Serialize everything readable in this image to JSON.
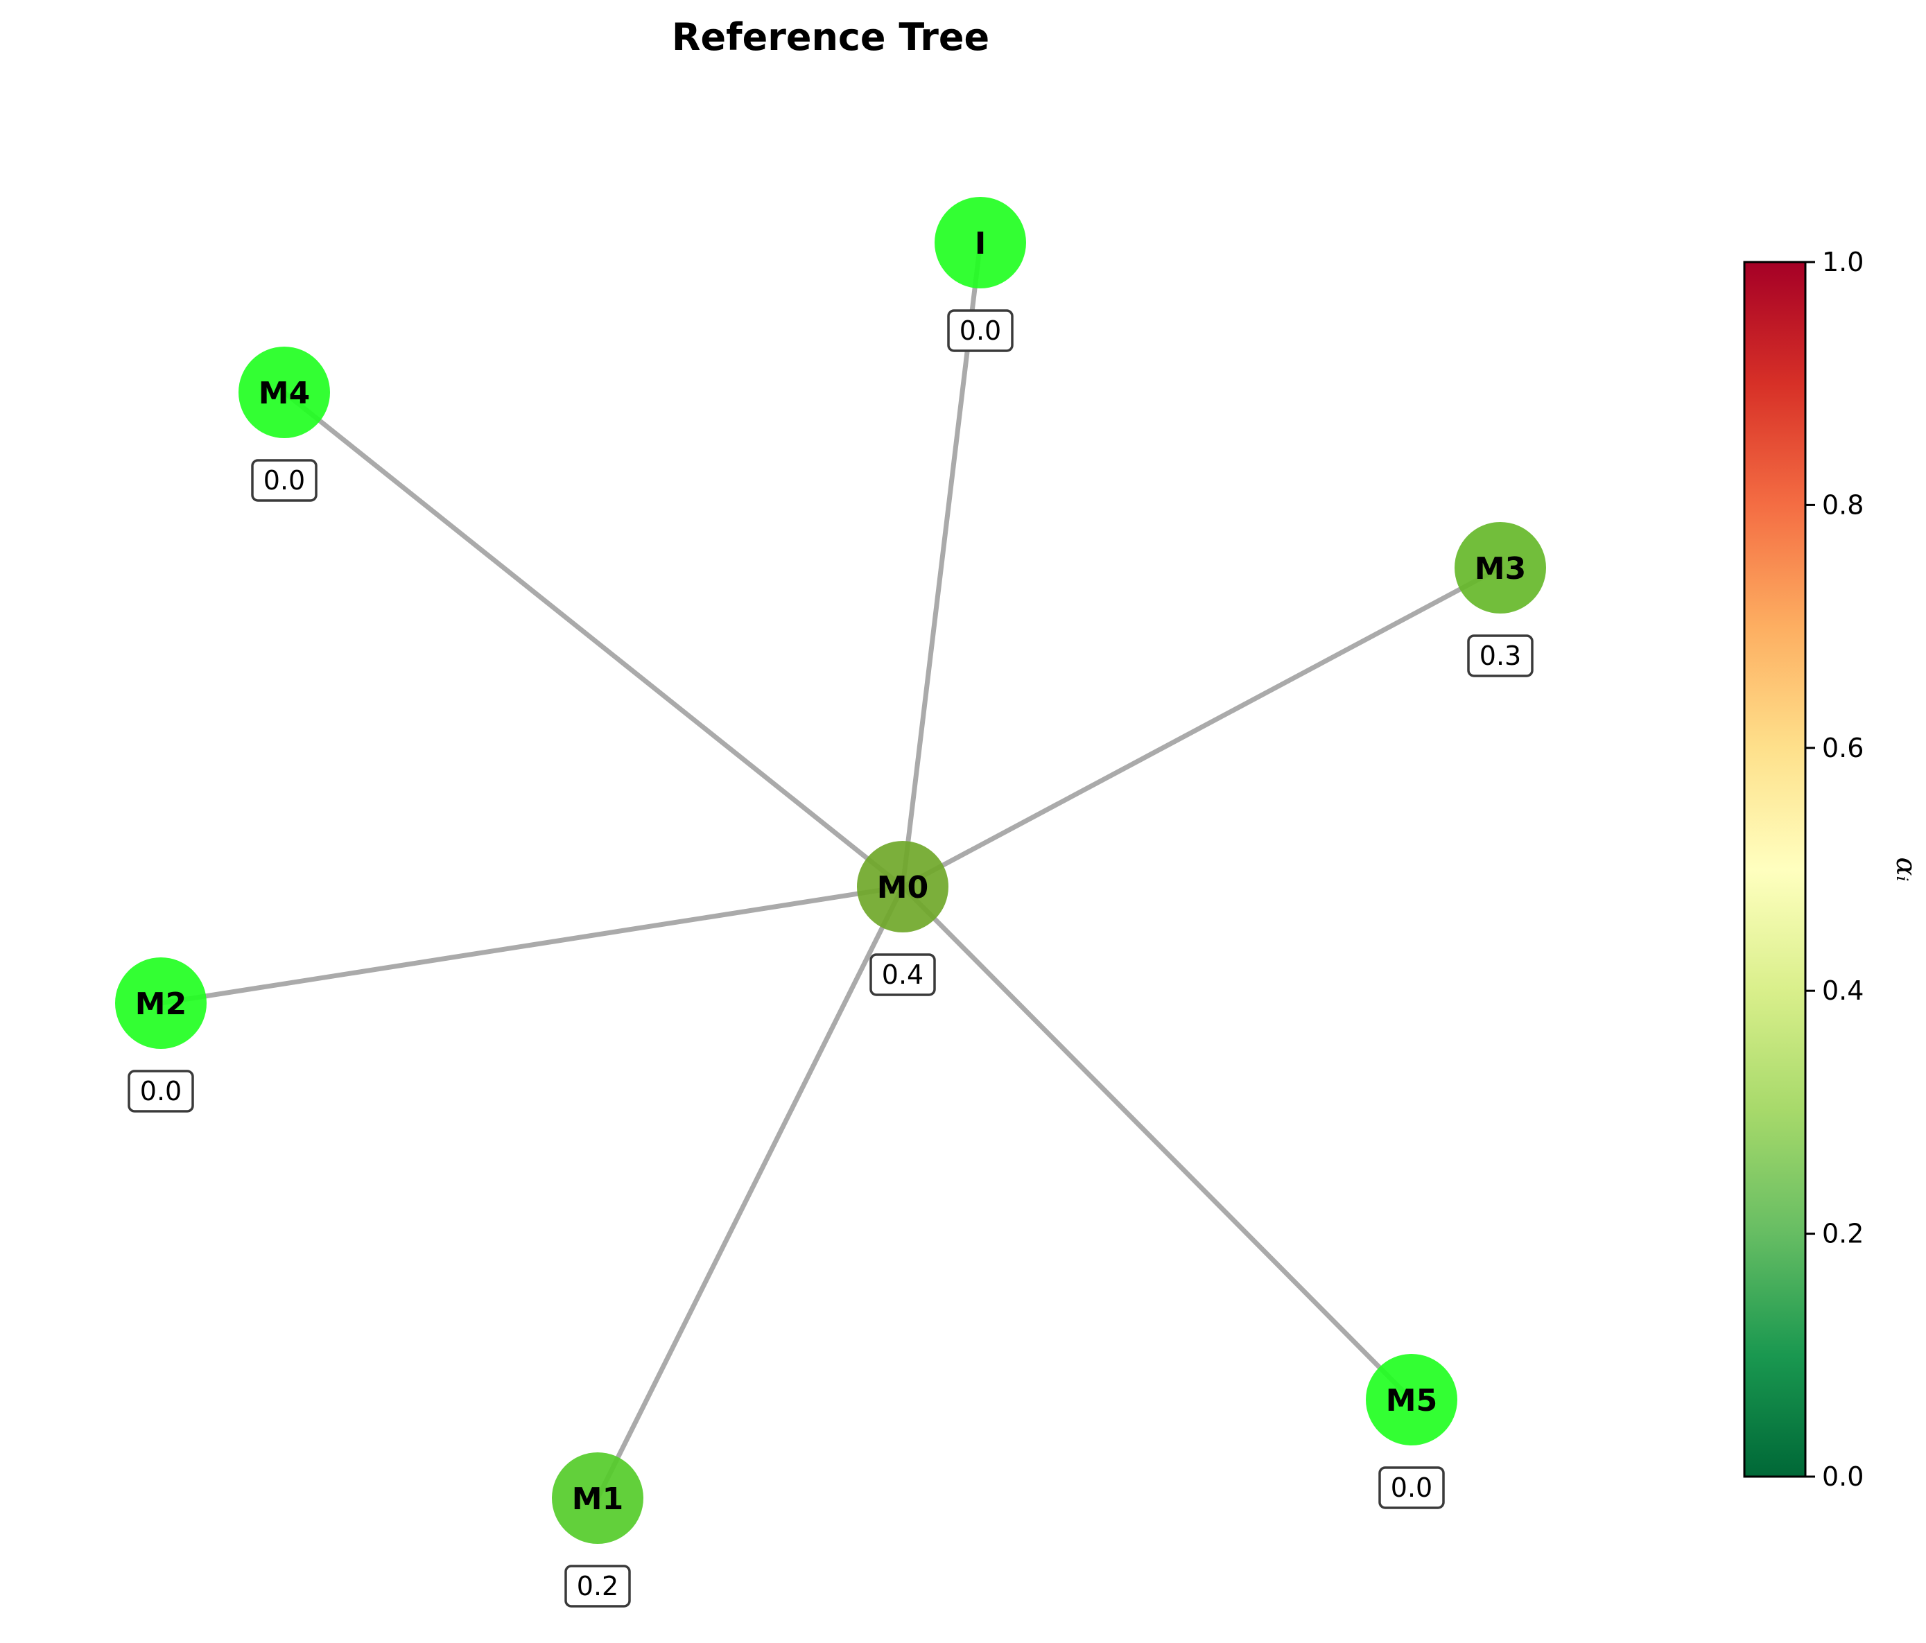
{
  "title": "Reference Tree",
  "colors": {
    "edge": "#aaaaaa",
    "text": "#000000",
    "colormap": [
      "#006837",
      "#1a9850",
      "#66bd63",
      "#a6d96a",
      "#d9ef8b",
      "#ffffbf",
      "#fee08b",
      "#fdae61",
      "#f46d43",
      "#d73027",
      "#a50026"
    ]
  },
  "nodes": [
    {
      "id": "I",
      "label": "I",
      "value_text": "0.0",
      "color": "#22ff22"
    },
    {
      "id": "M4",
      "label": "M4",
      "value_text": "0.0",
      "color": "#22ff22"
    },
    {
      "id": "M3",
      "label": "M3",
      "value_text": "0.3",
      "color": "#66b82a"
    },
    {
      "id": "M0",
      "label": "M0",
      "value_text": "0.4",
      "color": "#70a82a"
    },
    {
      "id": "M2",
      "label": "M2",
      "value_text": "0.0",
      "color": "#22ff22"
    },
    {
      "id": "M5",
      "label": "M5",
      "value_text": "0.0",
      "color": "#22ff22"
    },
    {
      "id": "M1",
      "label": "M1",
      "value_text": "0.2",
      "color": "#55cc2a"
    }
  ],
  "edges": [
    {
      "from": "M0",
      "to": "I"
    },
    {
      "from": "M0",
      "to": "M4"
    },
    {
      "from": "M0",
      "to": "M3"
    },
    {
      "from": "M0",
      "to": "M2"
    },
    {
      "from": "M0",
      "to": "M1"
    },
    {
      "from": "M0",
      "to": "M5"
    }
  ],
  "colorbar": {
    "label": "αᵢ",
    "ticks": [
      "0.0",
      "0.2",
      "0.4",
      "0.6",
      "0.8",
      "1.0"
    ],
    "min": 0.0,
    "max": 1.0
  }
}
